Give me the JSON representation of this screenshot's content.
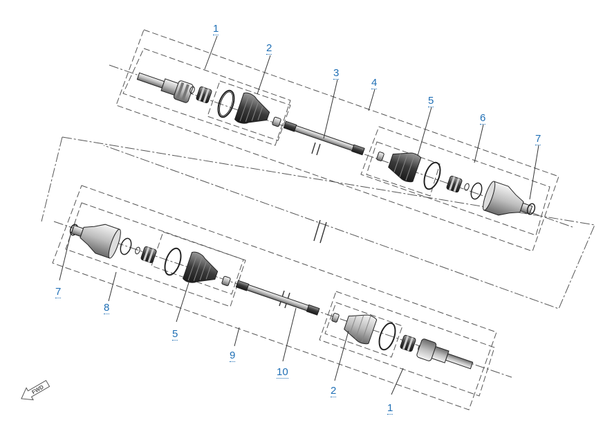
{
  "callouts": [
    {
      "id": "c1a",
      "label": "1"
    },
    {
      "id": "c2a",
      "label": "2"
    },
    {
      "id": "c3",
      "label": "3"
    },
    {
      "id": "c4",
      "label": "4"
    },
    {
      "id": "c5a",
      "label": "5"
    },
    {
      "id": "c6",
      "label": "6"
    },
    {
      "id": "c7a",
      "label": "7"
    },
    {
      "id": "c7b",
      "label": "7"
    },
    {
      "id": "c8",
      "label": "8"
    },
    {
      "id": "c5b",
      "label": "5"
    },
    {
      "id": "c9",
      "label": "9"
    },
    {
      "id": "c10",
      "label": "10"
    },
    {
      "id": "c2b",
      "label": "2"
    },
    {
      "id": "c1b",
      "label": "1"
    }
  ],
  "fwd_label": "FWD",
  "colors": {
    "callout": "#1f6fb5",
    "line": "#333333",
    "dash": "#555555"
  },
  "icons": {
    "fwd": "fwd-arrow-icon"
  }
}
